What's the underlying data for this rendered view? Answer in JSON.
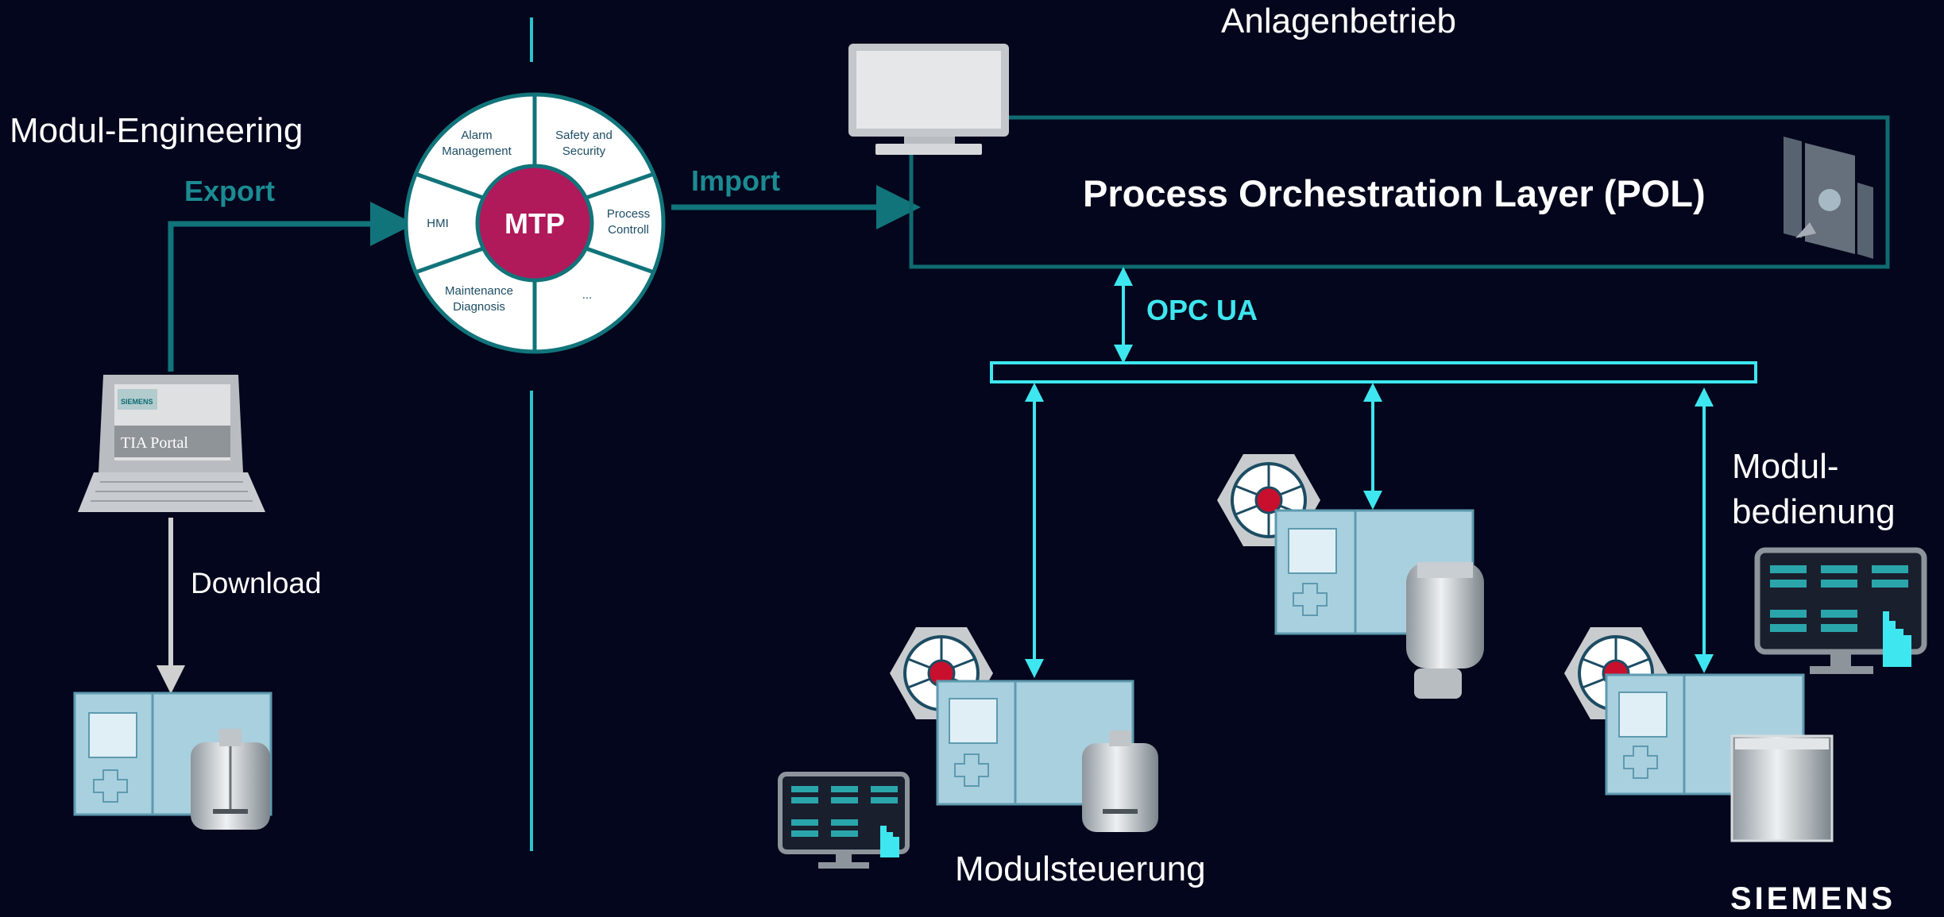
{
  "labels": {
    "modul_engineering": "Modul-Engineering",
    "export": "Export",
    "import": "Import",
    "download": "Download",
    "anlagenbetrieb": "Anlagenbetrieb",
    "pol": "Process Orchestration Layer (POL)",
    "opc_ua": "OPC UA",
    "modul_line1": "Modul-",
    "modul_line2": "bedienung",
    "modulsteuerung": "Modulsteuerung",
    "tia_portal": "TIA Portal",
    "siemens_small": "SIEMENS",
    "siemens_brand": "SIEMENS"
  },
  "mtp_wheel": {
    "center": "MTP",
    "segments": {
      "alarm": [
        "Alarm",
        "Management"
      ],
      "safety": [
        "Safety and",
        "Security"
      ],
      "process": [
        "Process",
        "Controll"
      ],
      "hmi": [
        "HMI"
      ],
      "maintenance": [
        "Maintenance",
        "Diagnosis"
      ],
      "more": [
        "..."
      ]
    }
  },
  "colors": {
    "background": "#03061c",
    "teal": "#1b8b92",
    "dark_teal": "#0f6b70",
    "cyan": "#3ee6ef",
    "mtp_magenta": "#b0195a",
    "divider": "#27c4cc"
  }
}
